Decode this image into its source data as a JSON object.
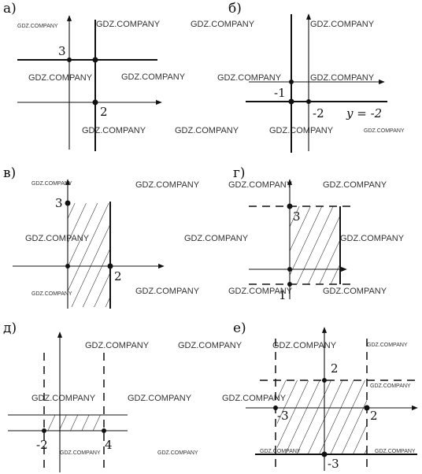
{
  "panels": [
    {
      "label": "а)",
      "labels": [
        "3",
        "2"
      ]
    },
    {
      "label": "б)",
      "labels": [
        "-1",
        "-2",
        "y = -2"
      ]
    },
    {
      "label": "в)",
      "labels": [
        "3",
        "2"
      ]
    },
    {
      "label": "г)",
      "labels": [
        "3",
        "1"
      ]
    },
    {
      "label": "д)",
      "labels": [
        "-2",
        "4"
      ]
    },
    {
      "label": "е)",
      "labels": [
        "2",
        "-3",
        "2",
        "-3"
      ]
    }
  ],
  "watermark": "GDZ.COMPANY",
  "watermark_small": "GDZ.COMPANY"
}
